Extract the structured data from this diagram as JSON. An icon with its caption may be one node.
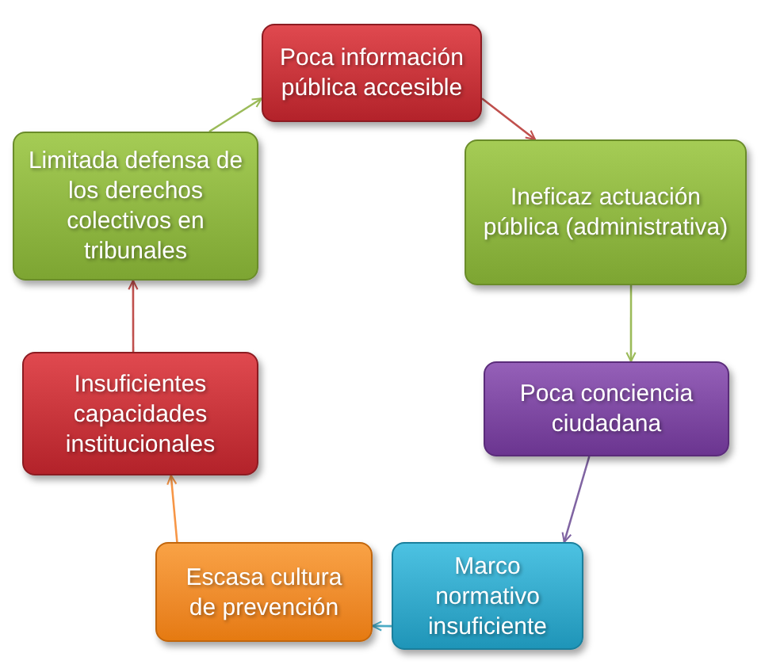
{
  "diagram": {
    "nodes": [
      {
        "text": [
          "Poca información pública accesible"
        ]
      },
      {
        "text": [
          "Ineficaz actuación pública (administrativa)"
        ]
      },
      {
        "text": [
          "Poca conciencia ciudadana"
        ]
      },
      {
        "text": [
          "Marco normativo insuficiente"
        ]
      },
      {
        "text": [
          "Escasa cultura de prevención"
        ]
      },
      {
        "text": [
          "Insuficientes capacidades institucionales"
        ]
      },
      {
        "text": [
          "Limitada defensa de los derechos colectivos en tribunales"
        ]
      }
    ],
    "edges": [
      {
        "from": 0,
        "to": 1,
        "arrow": "to",
        "color": "#c0504d"
      },
      {
        "from": 1,
        "to": 2,
        "arrow": "to",
        "color": "#9bbb59"
      },
      {
        "from": 2,
        "to": 3,
        "arrow": "to",
        "color": "#8064a2"
      },
      {
        "from": 3,
        "to": 4,
        "arrow": "to",
        "color": "#4bacc6"
      },
      {
        "from": 4,
        "to": 5,
        "arrow": "to",
        "color": "#f79646"
      },
      {
        "from": 5,
        "to": 6,
        "arrow": "to",
        "color": "#c0504d"
      },
      {
        "from": 6,
        "to": 0,
        "arrow": "to",
        "color": "#9bbb59"
      }
    ]
  }
}
